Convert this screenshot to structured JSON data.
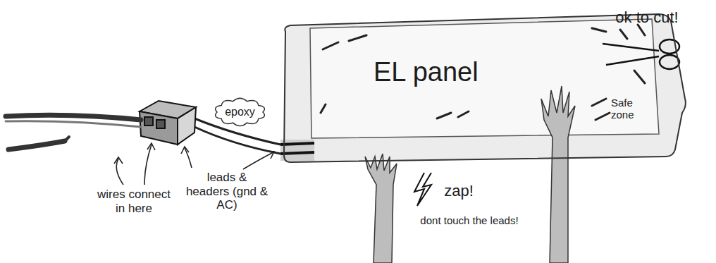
{
  "diagram": {
    "nodes": [
      {
        "text": [
          "EL panel",
          "Safe zone"
        ]
      },
      {
        "text": [
          "epoxy"
        ]
      }
    ],
    "labels": [
      "ok to cut!",
      "wires connect in here",
      "leads & headers (gnd & AC)",
      "zap!",
      "dont touch the leads!"
    ]
  }
}
